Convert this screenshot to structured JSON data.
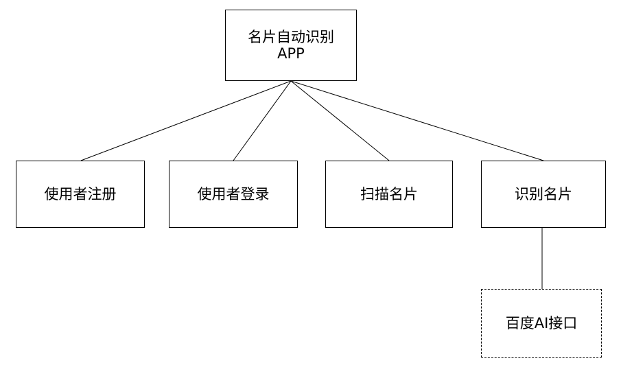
{
  "diagram": {
    "root": {
      "line1": "名片自动识别",
      "line2": "APP"
    },
    "children": {
      "register": "使用者注册",
      "login": "使用者登录",
      "scan": "扫描名片",
      "recognize": "识别名片"
    },
    "sub": {
      "baidu_ai": "百度AI接口"
    }
  }
}
